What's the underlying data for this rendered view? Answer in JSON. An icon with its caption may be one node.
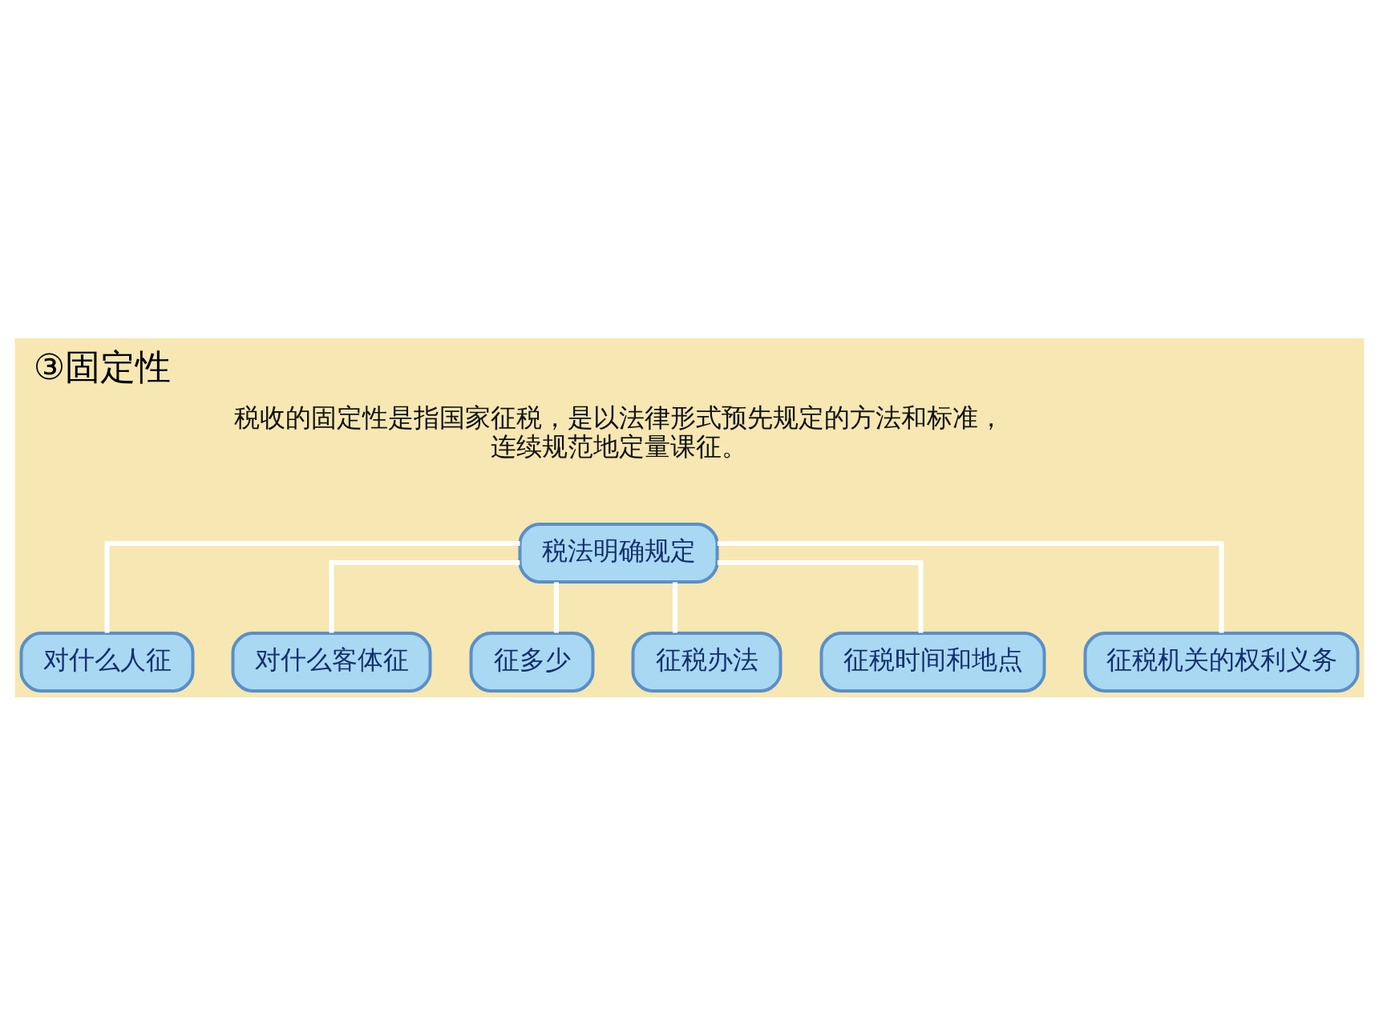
{
  "diagram": {
    "title": "③固定性",
    "nodes": [
      {
        "text": [
          "税法明确规定"
        ]
      },
      {
        "text": [
          "对什么人征"
        ]
      },
      {
        "text": [
          "对什么客体征"
        ]
      },
      {
        "text": [
          "征多少"
        ]
      },
      {
        "text": [
          "征税办法"
        ]
      },
      {
        "text": [
          "征税时间和地点"
        ]
      },
      {
        "text": [
          "征税机关的权利义务"
        ]
      }
    ],
    "edges": [
      {
        "from": 0,
        "to": 1,
        "arrow": "none"
      },
      {
        "from": 0,
        "to": 5,
        "arrow": "none"
      },
      {
        "from": 0,
        "to": 2,
        "arrow": "none"
      },
      {
        "from": 0,
        "to": 3,
        "arrow": "none"
      },
      {
        "from": 0,
        "to": 6,
        "arrow": "none"
      },
      {
        "from": 0,
        "to": 4,
        "arrow": "none"
      }
    ],
    "labels": [
      "税收的固定性是指国家征税，是以法律形式预先规定的方法和标准，连续规范地定量课征。"
    ]
  }
}
